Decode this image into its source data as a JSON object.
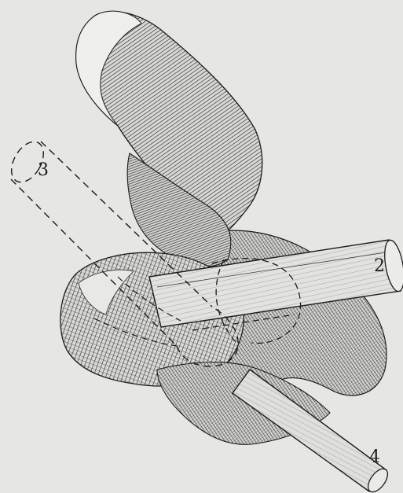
{
  "figure": {
    "background": "#e6e6e4",
    "ink": "#1b1b1b",
    "labels": {
      "label_2": "2",
      "label_3": "3",
      "label_4": "4"
    }
  }
}
